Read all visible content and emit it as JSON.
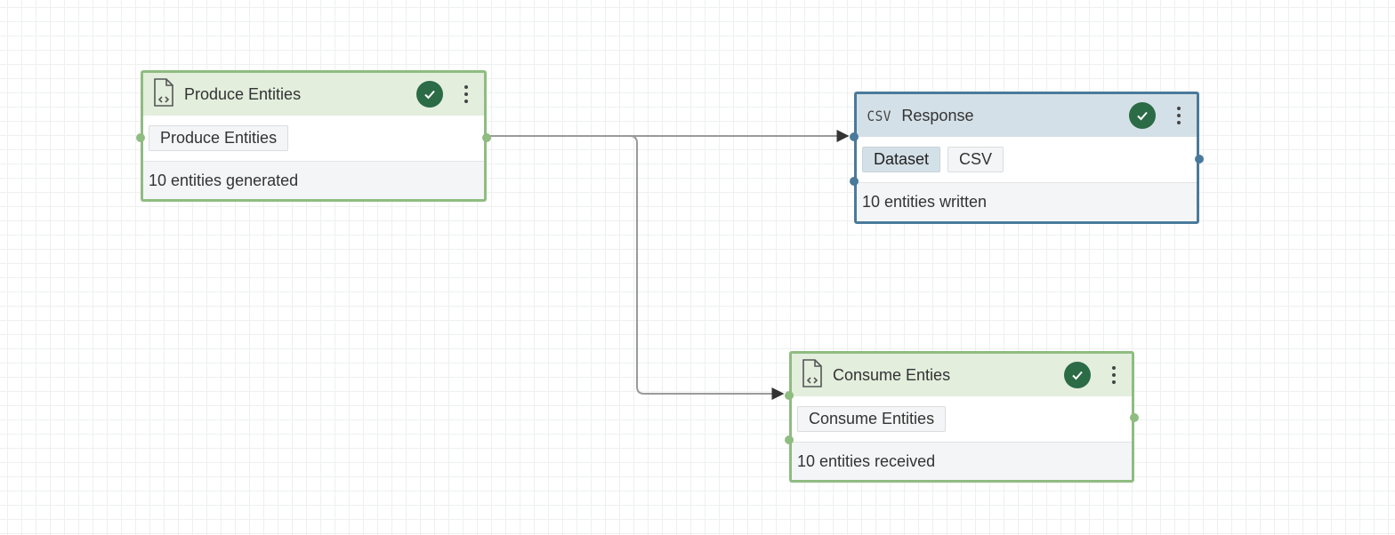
{
  "colors": {
    "green_border": "#8fbc81",
    "blue_border": "#4a7a9b",
    "status_ok": "#2b6b46",
    "edge": "#9a9a9a"
  },
  "nodes": {
    "produce": {
      "icon": "file-code-icon",
      "title": "Produce Entities",
      "tags": [
        "Produce Entities"
      ],
      "status_text": "10 entities generated",
      "status": "success"
    },
    "response": {
      "icon_text": "CSV",
      "title": "Response",
      "tags": [
        "Dataset",
        "CSV"
      ],
      "status_text": "10 entities written",
      "status": "success"
    },
    "consume": {
      "icon": "file-code-icon",
      "title": "Consume Enties",
      "tags": [
        "Consume Entities"
      ],
      "status_text": "10 entities received",
      "status": "success"
    }
  },
  "edges": [
    {
      "from": "Produce Entities",
      "to": "Response"
    },
    {
      "from": "Produce Entities",
      "to": "Consume Enties"
    }
  ]
}
